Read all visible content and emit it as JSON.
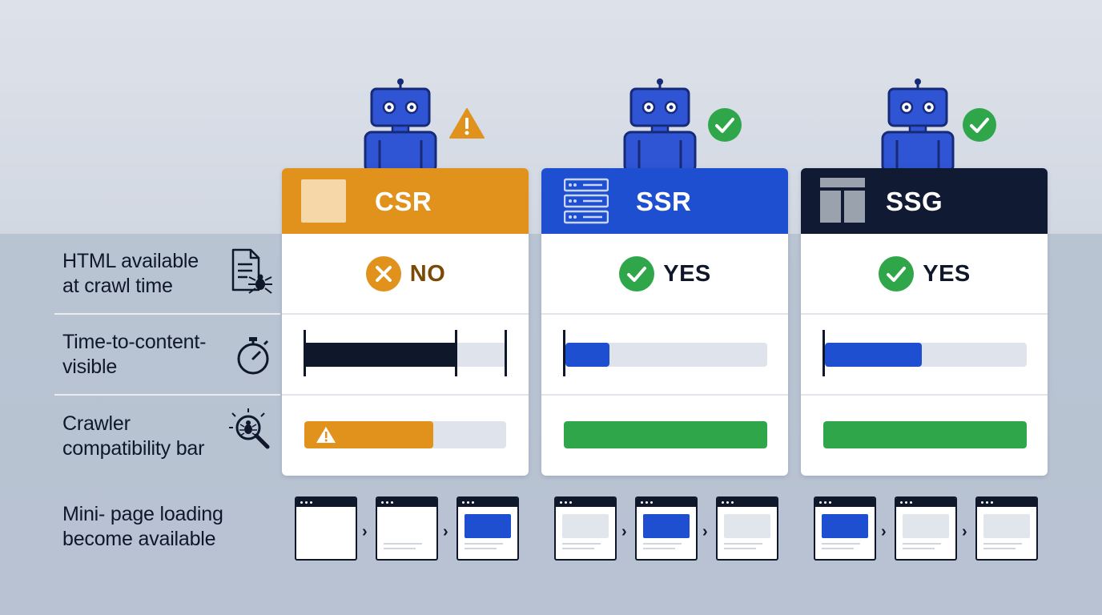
{
  "rows": [
    {
      "line1": "HTML available",
      "line2": "at crawl time",
      "icon": "document-spider-icon"
    },
    {
      "line1": "Time-to-content-",
      "line2": "visible",
      "icon": "stopwatch-icon"
    },
    {
      "line1": "Crawler",
      "line2": "compatibility bar",
      "icon": "magnifier-bug-icon"
    },
    {
      "line1": "Mini- page loading",
      "line2": "become available",
      "icon": "none"
    }
  ],
  "columns": [
    {
      "key": "csr",
      "title": "CSR",
      "header_color": "#e0921c",
      "header_icon": "placeholder-square-icon",
      "robot_badge": "warning-icon",
      "html_available": "NO",
      "html_available_status": "negative",
      "time_to_content": 0.75,
      "time_to_content_color": "#0f172a",
      "crawler_compatibility": 0.64,
      "crawler_color": "#e0921c",
      "crawler_flag": "warning-icon",
      "mini_pages": [
        {
          "content": "empty"
        },
        {
          "content": "lines"
        },
        {
          "content": "block-blue"
        }
      ]
    },
    {
      "key": "ssr",
      "title": "SSR",
      "header_color": "#1f4fd1",
      "header_icon": "server-rack-icon",
      "robot_badge": "check-icon",
      "html_available": "YES",
      "html_available_status": "positive",
      "time_to_content": 0.22,
      "time_to_content_color": "#1f4fd1",
      "crawler_compatibility": 1.0,
      "crawler_color": "#30a64a",
      "crawler_flag": "none",
      "mini_pages": [
        {
          "content": "block-gray"
        },
        {
          "content": "block-blue"
        },
        {
          "content": "block-gray"
        }
      ]
    },
    {
      "key": "ssg",
      "title": "SSG",
      "header_color": "#111a33",
      "header_icon": "page-template-icon",
      "robot_badge": "check-icon",
      "html_available": "YES",
      "html_available_status": "positive",
      "time_to_content": 0.48,
      "time_to_content_color": "#1f4fd1",
      "crawler_compatibility": 1.0,
      "crawler_color": "#30a64a",
      "crawler_flag": "none",
      "mini_pages": [
        {
          "content": "block-blue"
        },
        {
          "content": "block-gray"
        },
        {
          "content": "block-gray"
        }
      ]
    }
  ],
  "colors": {
    "positive": "#30a64a",
    "negative": "#e0921c",
    "robot": "#2f55d4",
    "robot_dark": "#162a78",
    "text_dark": "#0f172a",
    "no_text": "#7a4a06"
  }
}
